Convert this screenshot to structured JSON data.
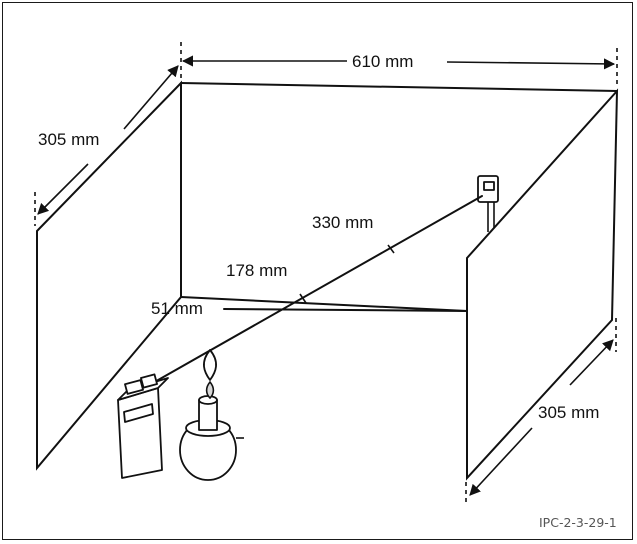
{
  "figure": {
    "id_label": "IPC-2-3-29-1",
    "dimensions": {
      "top_width": "610 mm",
      "left_depth": "305 mm",
      "right_depth": "305 mm",
      "distance_330": "330 mm",
      "distance_178": "178 mm",
      "distance_51": "51 mm"
    }
  },
  "colors": {
    "line": "#111111",
    "background": "#ffffff",
    "id_text": "#555555"
  }
}
